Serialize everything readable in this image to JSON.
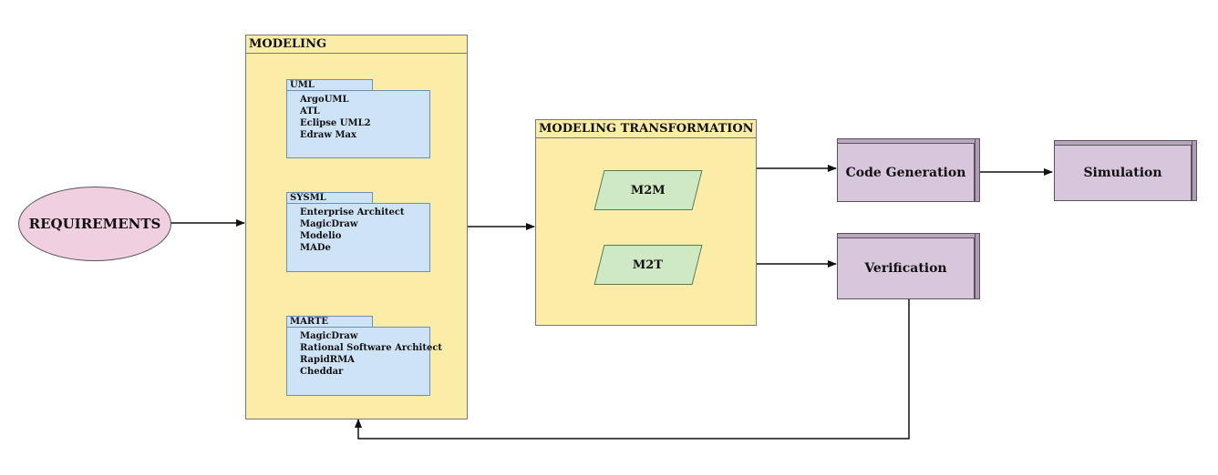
{
  "requirements": {
    "label": "REQUIREMENTS"
  },
  "modeling": {
    "title": "MODELING",
    "groups": [
      {
        "tab": "UML",
        "items": [
          "ArgoUML",
          "ATL",
          "Eclipse UML2",
          "Edraw Max"
        ]
      },
      {
        "tab": "SYSML",
        "items": [
          "Enterprise Architect",
          "MagicDraw",
          "Modelio",
          "MADe"
        ]
      },
      {
        "tab": "MARTE",
        "items": [
          "MagicDraw",
          "Rational Software Architect",
          "RapidRMA",
          "Cheddar"
        ]
      }
    ]
  },
  "transformation": {
    "title": "MODELING TRANSFORMATION",
    "items": [
      "M2M",
      "M2T"
    ]
  },
  "outputs": {
    "code_generation": "Code Generation",
    "simulation": "Simulation",
    "verification": "Verification"
  },
  "colors": {
    "requirements_fill": "#f0cfe0",
    "container_fill": "#fbeda8",
    "folder_fill": "#cfe3f7",
    "parallelogram_fill": "#cfe9c4",
    "box_fill": "#d8c6dc"
  }
}
